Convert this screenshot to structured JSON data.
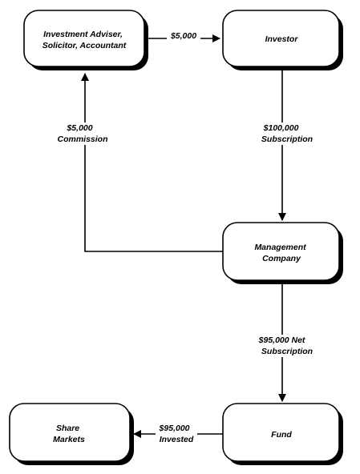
{
  "boxes": {
    "adviser": [
      "Investment Adviser,",
      "Solicitor, Accountant"
    ],
    "investor": [
      "Investor"
    ],
    "management": [
      "Management",
      "Company"
    ],
    "fund": [
      "Fund"
    ],
    "share_markets": [
      "Share",
      "Markets"
    ]
  },
  "flows": {
    "adviser_to_investor": [
      "$5,000"
    ],
    "investor_to_management": [
      "$100,000",
      "Subscription"
    ],
    "management_to_adviser": [
      "$5,000",
      "Commission"
    ],
    "management_to_fund": [
      "$95,000 Net",
      "Subscription"
    ],
    "fund_to_markets": [
      "$95,000",
      "Invested"
    ]
  }
}
